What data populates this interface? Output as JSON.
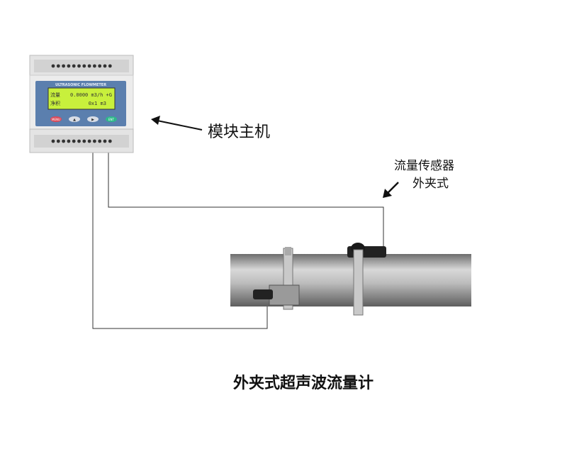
{
  "device": {
    "brand_text": "ULTRASONIC FLOWMETER",
    "lcd_line1_label": "流量",
    "lcd_line1_value": "0.0000 m3/h +G",
    "lcd_line2_label": "净积",
    "lcd_line2_value": "0x1 m3",
    "buttons": [
      "MENU",
      "▲",
      "▶",
      "ENT"
    ]
  },
  "labels": {
    "host": "模块主机",
    "sensor_line1": "流量传感器",
    "sensor_line2": "外夹式"
  },
  "title": "外夹式超声波流量计",
  "colors": {
    "panel": "#5b7fae",
    "lcd": "#c8f03c",
    "pipe": "#a9a9a9"
  }
}
